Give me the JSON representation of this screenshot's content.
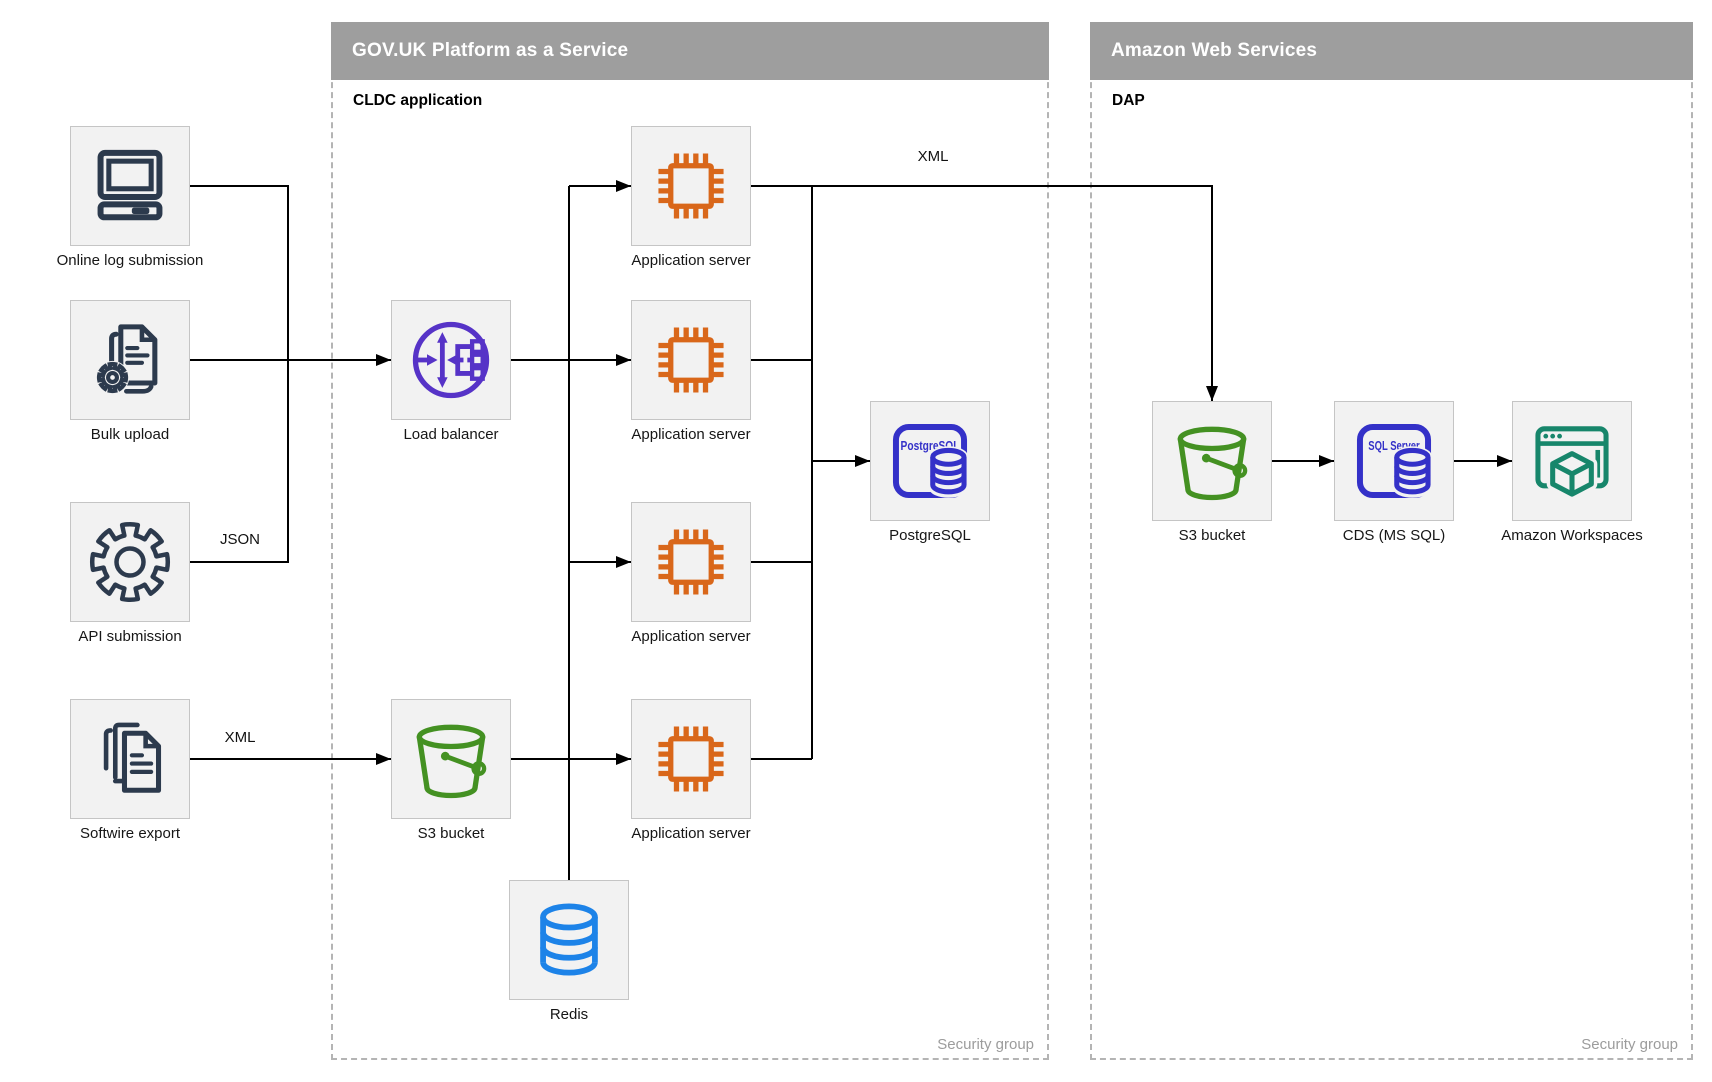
{
  "diagram": {
    "containers": {
      "paas": {
        "title": "GOV.UK Platform as a Service",
        "sublabel": "CLDC application",
        "footer": "Security group"
      },
      "aws": {
        "title": "Amazon Web Services",
        "sublabel": "DAP",
        "footer": "Security group"
      }
    },
    "nodes": {
      "online_log": {
        "label": "Online log submission",
        "icon": "desktop-computer"
      },
      "bulk_upload": {
        "label": "Bulk upload",
        "icon": "document-gear"
      },
      "api_submission": {
        "label": "API submission",
        "icon": "gear"
      },
      "softwire_export": {
        "label": "Softwire export",
        "icon": "document-stack"
      },
      "load_balancer": {
        "label": "Load balancer",
        "icon": "load-balancer"
      },
      "s3_paas": {
        "label": "S3 bucket",
        "icon": "s3-bucket"
      },
      "app_server_1": {
        "label": "Application server",
        "icon": "chip"
      },
      "app_server_2": {
        "label": "Application server",
        "icon": "chip"
      },
      "app_server_3": {
        "label": "Application server",
        "icon": "chip"
      },
      "app_server_4": {
        "label": "Application server",
        "icon": "chip"
      },
      "postgresql": {
        "label": "PostgreSQL",
        "badge": "PostgreSQL",
        "icon": "postgresql-database"
      },
      "redis": {
        "label": "Redis",
        "icon": "database"
      },
      "s3_aws": {
        "label": "S3 bucket",
        "icon": "s3-bucket"
      },
      "cds": {
        "label": "CDS (MS SQL)",
        "badge": "SQL Server",
        "icon": "sql-server-database"
      },
      "workspaces": {
        "label": "Amazon Workspaces",
        "icon": "workspaces-window-cube"
      }
    },
    "edge_labels": {
      "json": "JSON",
      "xml_export": "XML",
      "xml_feed": "XML"
    },
    "colors": {
      "header_bg": "#9e9e9e",
      "header_text": "#ffffff",
      "dashed_border": "#b4b4b4",
      "node_fill": "#f2f2f2",
      "node_border": "#c5c5c5",
      "wire": "#000000",
      "navy": "#2c3a4d",
      "orange": "#d9671a",
      "purple": "#5633c7",
      "green": "#449122",
      "db_blue": "#3431c8",
      "redis_blue": "#1d83e8",
      "teal": "#17866b",
      "security_group_text": "#9c9c9c"
    }
  }
}
